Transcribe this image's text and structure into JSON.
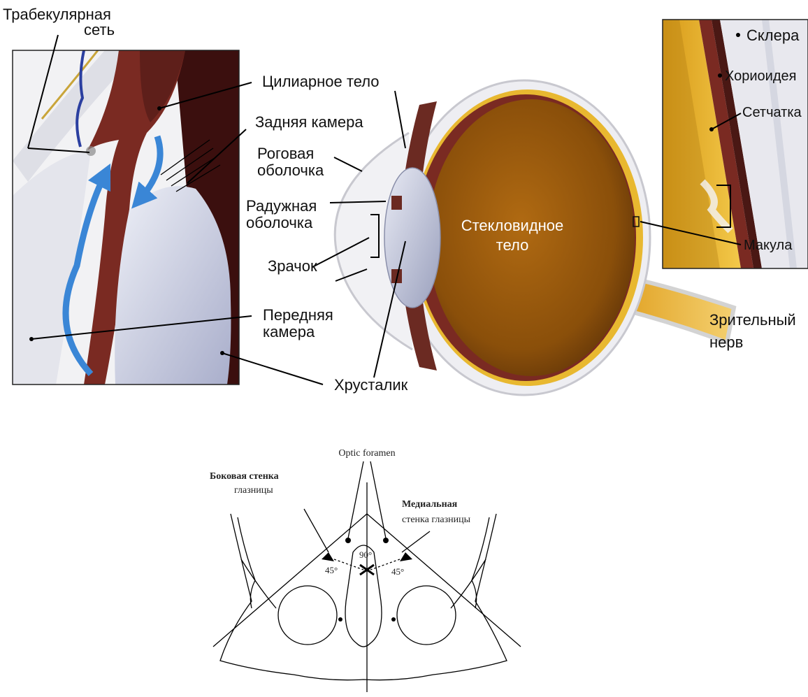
{
  "eye_diagram": {
    "labels": {
      "trabecular_line1": "Трабекулярная",
      "trabecular_line2": "сеть",
      "ciliary_body": "Цилиарное тело",
      "posterior_chamber": "Задняя камера",
      "cornea_line1": "Роговая",
      "cornea_line2": "оболочка",
      "iris_line1": "Радужная",
      "iris_line2": "оболочка",
      "pupil": "Зрачок",
      "anterior_chamber_line1": "Передняя",
      "anterior_chamber_line2": "камера",
      "lens": "Хрусталик",
      "vitreous_line1": "Стекловидное",
      "vitreous_line2": "тело",
      "optic_nerve_line1": "Зрительный",
      "optic_nerve_line2": "нерв",
      "sclera": "Склера",
      "choroid": "Хориоидея",
      "retina": "Сетчатка",
      "macula": "Макула"
    },
    "colors": {
      "vitreous": "#8a4f0a",
      "vitreous_dark": "#5a3008",
      "choroid": "#7a2a22",
      "retina_yellow": "#e8b830",
      "iris_tissue": "#6b2a22",
      "flow_arrow": "#3a86d6",
      "lens": "#cfd3e6",
      "sclera": "#e6e6ea"
    }
  },
  "orbit_diagram": {
    "labels": {
      "optic_foramen": "Optic foramen",
      "lateral_wall_line1": "Боковая стенка",
      "lateral_wall_line2": "глазницы",
      "medial_wall_line1": "Медиальная",
      "medial_wall_line2": "стенка глазницы",
      "angle_center": "90°",
      "angle_left": "45°",
      "angle_right": "45°"
    }
  }
}
